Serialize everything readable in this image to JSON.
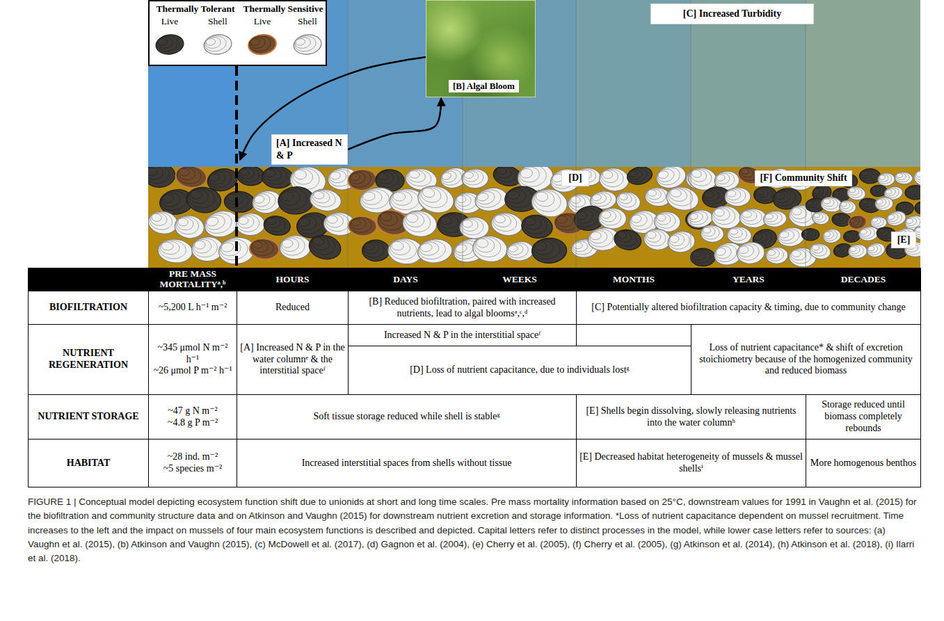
{
  "diagram": {
    "caption": "FIGURE 1 | Conceptual model depicting ecosystem function shift due to unionids at short and long time scales. Pre mass mortality information based on 25°C, downstream values for 1991 in Vaughn et al. (2015) for the biofiltration and community structure data and on Atkinson and Vaughn (2015) for downstream nutrient excretion and storage information. *Loss of nutrient capacitance dependent on mussel recruitment. Time increases to the left and the impact on mussels of four main ecosystem functions is described and depicted. Capital letters refer to distinct processes in the model, while lower case letters refer to sources: (a) Vaughn et al. (2015), (b) Atkinson and Vaughn (2015), (c) McDowell et al. (2017), (d) Gagnon et al. (2004), (e) Cherry et al. (2005), (f) Cherry et al. (2005), (g) Atkinson et al. (2014), (h) Atkinson et al. (2018), (i) Ilarri et al. (2018).",
    "nodes": [
      {
        "text": [
          "Thermally Tolerant",
          "Live",
          "Shell",
          "Thermally Sensitive",
          "Live",
          "Shell"
        ]
      },
      {
        "text": [
          "[B] Algal Bloom"
        ]
      },
      {
        "text": [
          "[C] Increased Turbidity"
        ]
      },
      {
        "text": [
          "[A] Increased N & P"
        ]
      },
      {
        "text": [
          "[D]"
        ]
      },
      {
        "text": [
          "[F] Community Shift"
        ]
      },
      {
        "text": [
          "[E]"
        ]
      }
    ],
    "edges": [
      {
        "from": 3,
        "to": 1,
        "arrow": "to"
      }
    ],
    "labels": [
      "PRE MASS MORTALITYᵃ,ᵇ",
      "HOURS",
      "DAYS",
      "WEEKS",
      "MONTHS",
      "YEARS",
      "DECADES",
      "BIOFILTRATION",
      "~5,200 L h⁻¹ m⁻²",
      "Reduced",
      "[B] Reduced biofiltration, paired with increased nutrients, lead to algal bloomsᵃ,ᶜ,ᵈ",
      "[C] Potentially altered biofiltration capacity & timing, due to community change",
      "NUTRIENT REGENERATION",
      "~345 μmol N m⁻² h⁻¹",
      "~26 μmol P m⁻² h⁻¹",
      "[A] Increased N & P in the water columnᵉ & the interstitial spaceᶠ",
      "Increased N & P in the interstitial spaceᶠ",
      "[D] Loss of nutrient capacitance, due to individuals lostᵍ",
      "Loss of nutrient capacitance* & shift of excretion stoichiometry because of the homogenized community and reduced biomass",
      "NUTRIENT STORAGE",
      "~47 g N m⁻²",
      "~4.8 g P m⁻²",
      "Soft tissue storage reduced while shell is stableᵍ",
      "[E] Shells begin dissolving, slowly releasing nutrients into the water columnʰ",
      "Storage reduced until biomass completely rebounds",
      "HABITAT",
      "~28 ind. m⁻²",
      "~5 species m⁻²",
      "Increased interstitial spaces from shells without tissue",
      "[E] Decreased habitat heterogeneity of mussels & mussel shellsⁱ",
      "More homogenous benthos"
    ]
  }
}
